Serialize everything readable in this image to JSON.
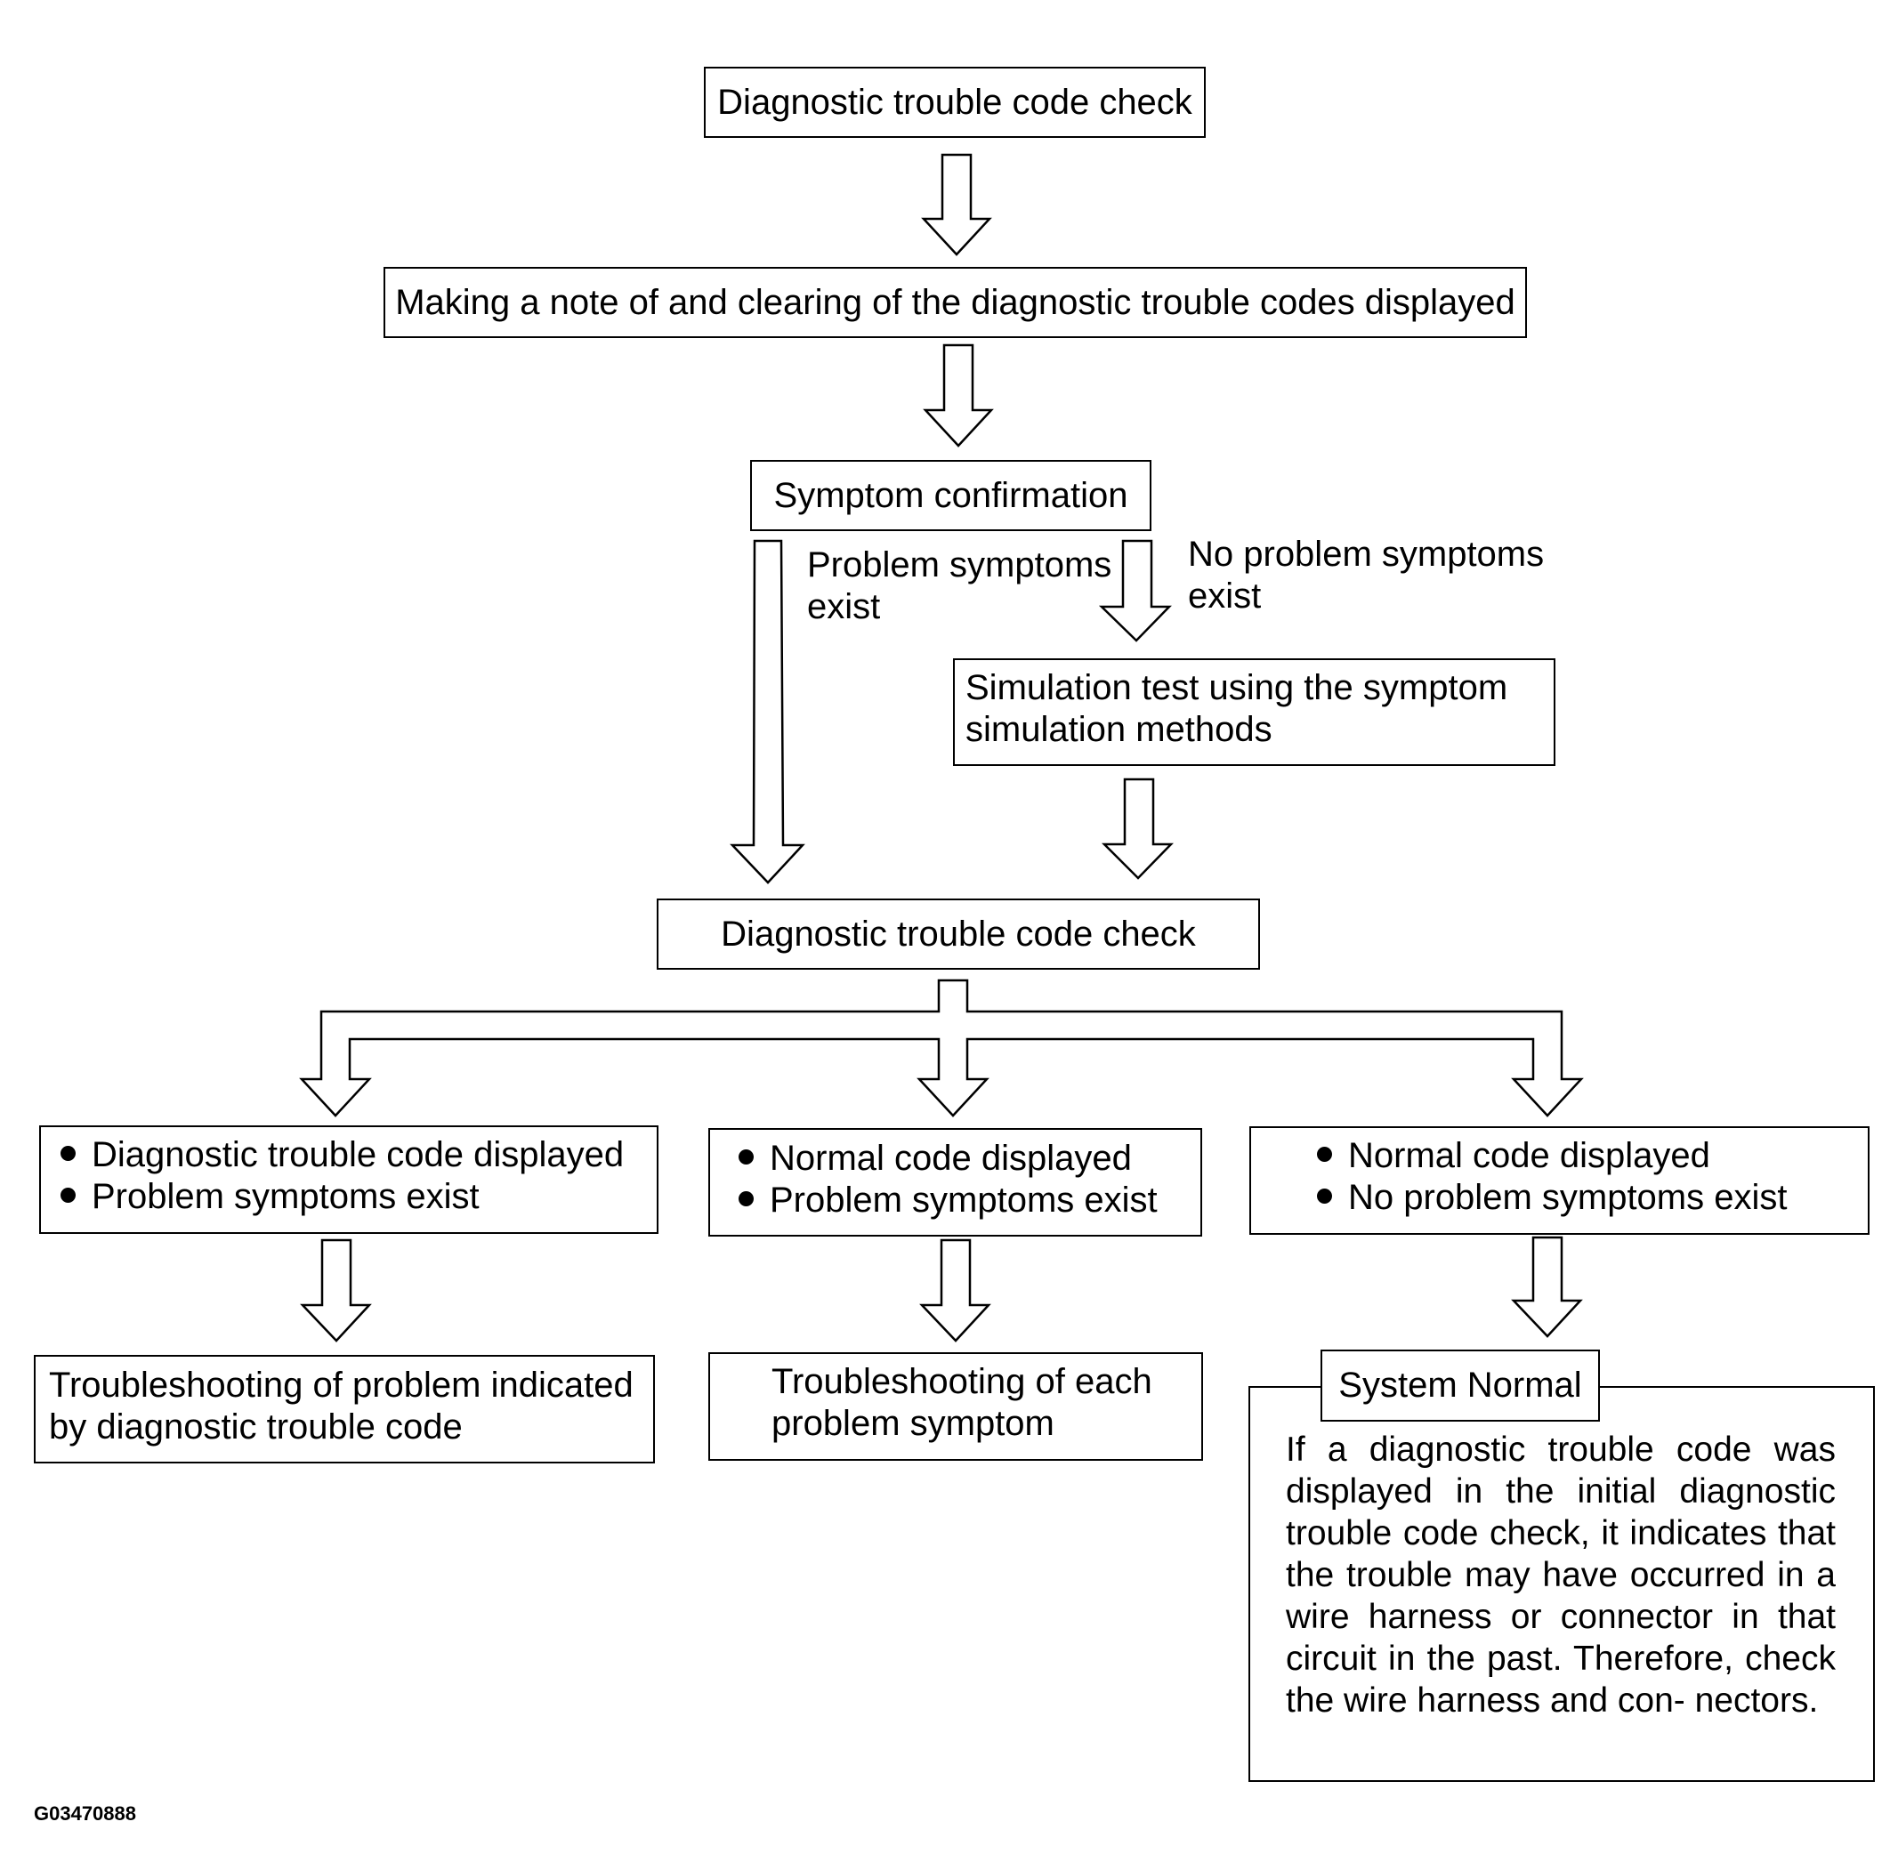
{
  "figure_id": "G03470888",
  "steps": {
    "dtc_check_initial": "Diagnostic trouble code check",
    "note_and_clear": "Making a note of and clearing of the diagnostic trouble codes displayed",
    "symptom_confirmation": "Symptom confirmation",
    "simulation_test": {
      "line1": "Simulation test using the symptom",
      "line2": "simulation methods"
    },
    "dtc_check_second": "Diagnostic trouble code check"
  },
  "branch_labels": {
    "problem_symptoms_exist": {
      "line1": "Problem symptoms",
      "line2": "exist"
    },
    "no_problem_symptoms_exist": {
      "line1": "No problem symptoms",
      "line2": "exist"
    }
  },
  "outcomes": [
    {
      "bullets": [
        "Diagnostic trouble code displayed",
        "Problem symptoms exist"
      ]
    },
    {
      "bullets": [
        "Normal code displayed",
        "Problem symptoms exist"
      ]
    },
    {
      "bullets": [
        "Normal code displayed",
        "No problem symptoms exist"
      ]
    }
  ],
  "results": {
    "troubleshoot_dtc": {
      "line1": "Troubleshooting of problem indicated",
      "line2": "by diagnostic trouble code"
    },
    "troubleshoot_symptom": {
      "line1": "Troubleshooting of each",
      "line2": "problem symptom"
    },
    "system_normal": {
      "title": "System Normal",
      "description": "If a diagnostic trouble code was displayed in the initial diagnostic trouble code check, it indicates that the trouble may have occurred in a wire harness or connector in that circuit in the past. Therefore, check the wire harness and con- nectors."
    }
  }
}
